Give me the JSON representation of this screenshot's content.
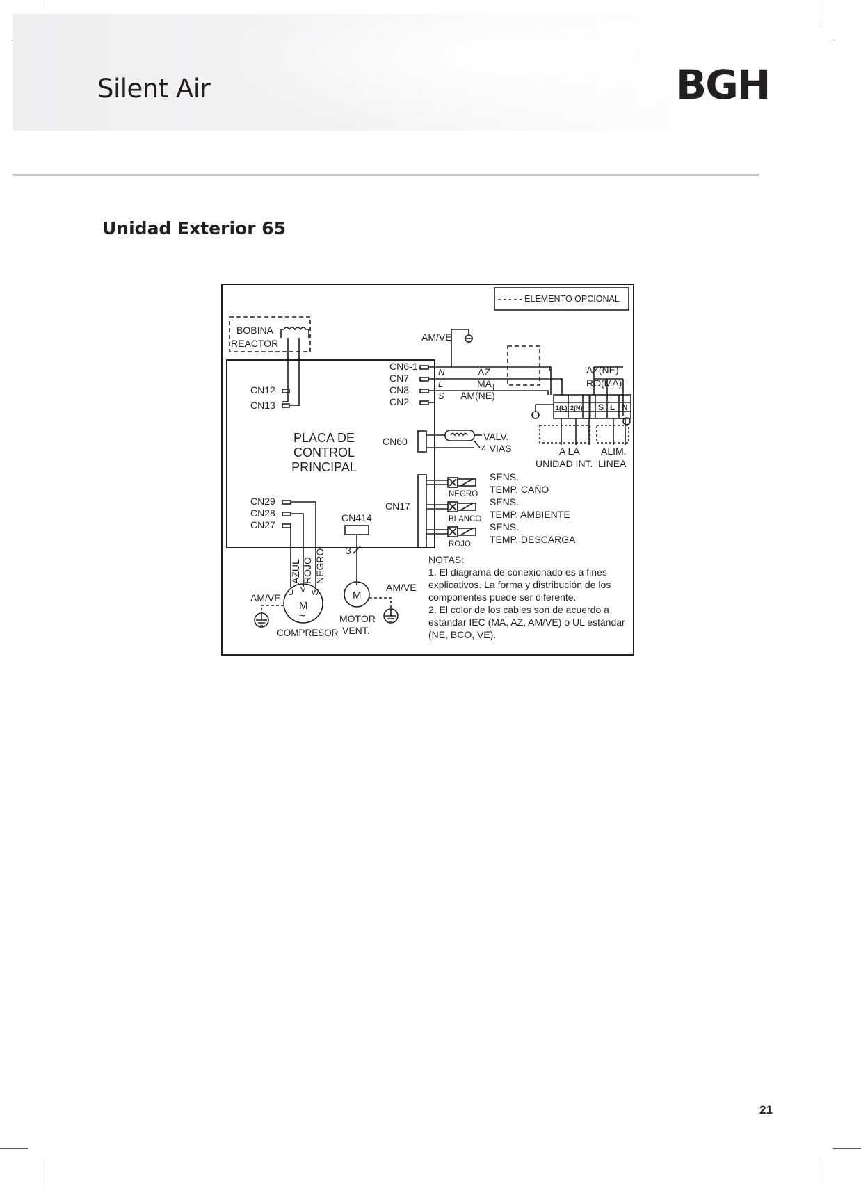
{
  "header": {
    "title": "Silent Air",
    "brand": "BGH"
  },
  "section": {
    "title": "Unidad Exterior 65"
  },
  "diagram": {
    "legend": "- - - - - ELEMENTO OPCIONAL",
    "reactor": [
      "BOBINA",
      "REACTOR"
    ],
    "ground_top": "AM/VE",
    "board_label": [
      "PLACA DE",
      "CONTROL",
      "PRINCIPAL"
    ],
    "connectors": {
      "cn12": "CN12",
      "cn13": "CN13",
      "cn6": "CN6-1",
      "cn7": "CN7",
      "cn8": "CN8",
      "cn2": "CN2",
      "cn60": "CN60",
      "cn17": "CN17",
      "cn29": "CN29",
      "cn28": "CN28",
      "cn27": "CN27",
      "cn414": "CN414"
    },
    "line_letters": [
      "N",
      "L",
      "S"
    ],
    "wire_labels": [
      "AZ",
      "MA",
      "AM(NE)"
    ],
    "right_wires": [
      "AZ(NE)",
      "RO(MA)"
    ],
    "terminals": [
      "1(L)",
      "2(N)",
      "S",
      "L",
      "N"
    ],
    "valve": [
      "VALV.",
      "4 VIAS"
    ],
    "to_indoor": [
      "A LA",
      "UNIDAD INT."
    ],
    "to_line": [
      "ALIM.",
      "LINEA"
    ],
    "sensors": [
      {
        "color": "NEGRO",
        "line1": "SENS.",
        "line2": "TEMP. CAÑO"
      },
      {
        "color": "BLANCO",
        "line1": "SENS.",
        "line2": "TEMP. AMBIENTE"
      },
      {
        "color": "ROJO",
        "line1": "SENS.",
        "line2": "TEMP. DESCARGA"
      }
    ],
    "compressor_wires": [
      "AZUL",
      "ROJO",
      "NEGRO"
    ],
    "compressor_terminals": [
      "U",
      "V",
      "W"
    ],
    "compressor_symbol": "M",
    "compressor_tilde": "~",
    "compressor_label": "COMPRESOR",
    "compressor_ground": "AM/VE",
    "fan_pin": "3",
    "fan_symbol": "M",
    "fan_label": [
      "MOTOR",
      "VENT."
    ],
    "fan_ground": "AM/VE",
    "notes": [
      "NOTAS:",
      "1. El diagrama de conexionado es a fines",
      "explicativos. La forma y distribución de los",
      "componentes puede ser diferente.",
      "2. El color de los cables son de acuerdo a",
      "estándar IEC (MA, AZ, AM/VE) o UL estándar",
      "(NE, BCO, VE)."
    ]
  },
  "footer": {
    "page_number": "21"
  }
}
